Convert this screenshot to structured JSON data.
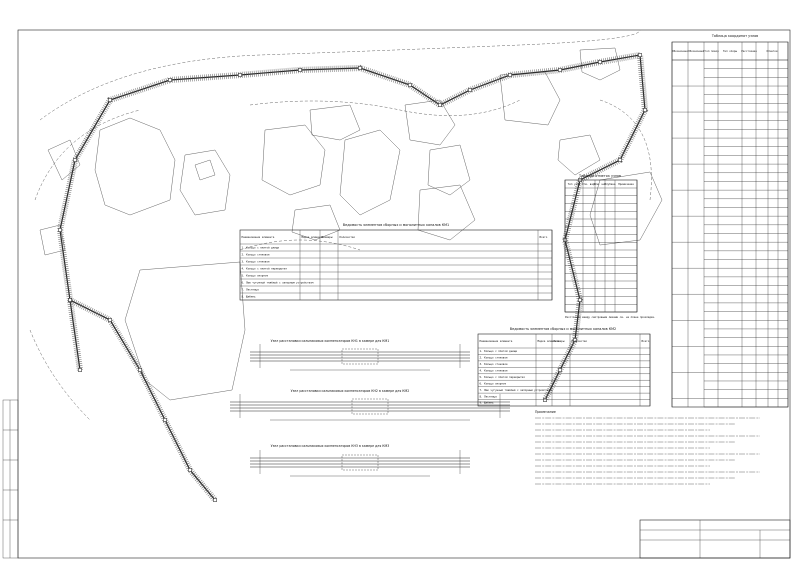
{
  "titles": {
    "main_table": "Таблица координат узлов",
    "wells_table": "Таблица отметок узлов",
    "spec_table_1": "Ведомость элементов сборных и монолитных каналов КМ1",
    "spec_table_2": "Ведомость элементов сборных и монолитных каналов КМ2",
    "note": "Примечание"
  },
  "main_table": {
    "headers": [
      "Обозначение узла",
      "Обозначение участка",
      "Угол поворота",
      "Тип опоры",
      "Расстояние",
      "Отметки"
    ],
    "row_count": 40
  },
  "wells_table": {
    "headers": [
      "Тип узла",
      "Отм. верх",
      "Отм. низ",
      "Глубина",
      "Примечание"
    ],
    "row_count": 16,
    "footnote": "Расстояния между смотровыми люками см. на плане прокладки."
  },
  "spec_table_1": {
    "headers": [
      "Наименование элемента",
      "Марка элемента",
      "Размеры",
      "Количество",
      "Всего"
    ],
    "rows": [
      "1. Кольцо с плитой днища",
      "2. Кольцо стеновое",
      "3. Кольцо стеновое",
      "4. Кольцо с плитой перекрытия",
      "5. Кольцо опорное",
      "6. Люк чугунный тяжёлый с запорным устройством",
      "7. Лестница",
      "8. Щебень"
    ]
  },
  "spec_table_2": {
    "headers": [
      "Наименование элемента",
      "Марка элемента",
      "Размеры",
      "Количество",
      "Всего"
    ],
    "rows": [
      "1. Кольцо с плитой днища",
      "2. Кольцо стеновое",
      "3. Кольцо стеновое",
      "4. Кольцо стеновое",
      "5. Кольцо с плитой перекрытия",
      "6. Кольцо опорное",
      "7. Люк чугунный тяжёлый с запорным устройством",
      "8. Лестница",
      "9. Щебень"
    ]
  },
  "sections": [
    {
      "title": "Узел расстановки сальниковых компенсаторов КН1 в камере для КМ1"
    },
    {
      "title": "Узел расстановки сальниковых компенсаторов КН2 в камере для КМ2"
    },
    {
      "title": "Узел расстановки сальниковых компенсаторов КН3 в камере для КМ3"
    }
  ],
  "note_lines": 12,
  "colors": {
    "ink": "#222222",
    "paper": "#ffffff",
    "hatch": "#555555"
  }
}
